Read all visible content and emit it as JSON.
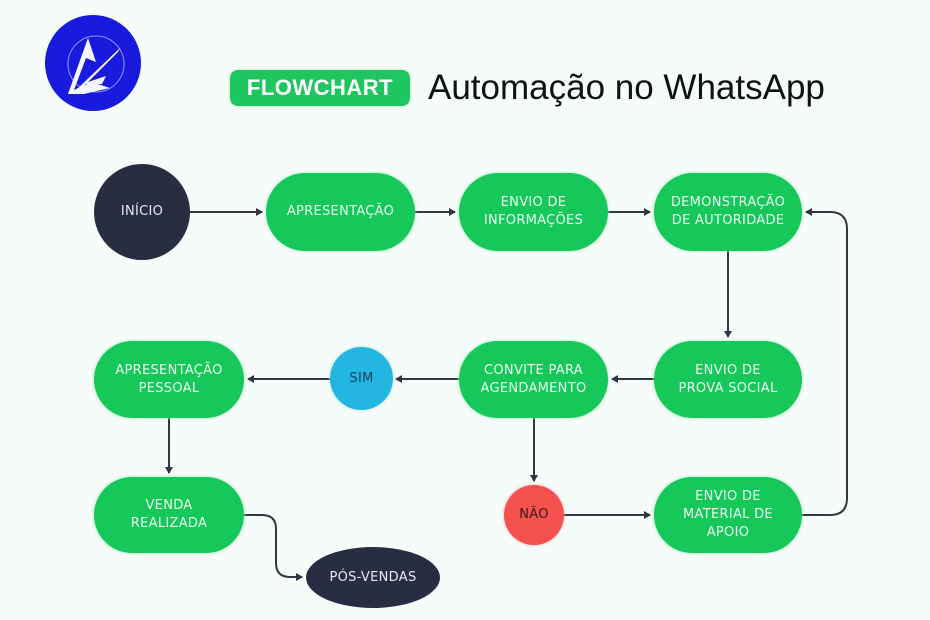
{
  "header": {
    "logo": "brand-logo-icon",
    "badge_label": "FLOWCHART",
    "title": "Automação no WhatsApp"
  },
  "colors": {
    "background": "#f5fcf9",
    "process_green": "#16c75a",
    "terminal_dark": "#282d42",
    "yes_blue": "#22b6e0",
    "no_red": "#f4514f",
    "logo_blue": "#1a1adf",
    "connector": "#333642"
  },
  "nodes": {
    "inicio": "INÍCIO",
    "apresentacao": "APRESENTAÇÃO",
    "envio_informacoes": "ENVIO DE\nINFORMAÇÕES",
    "demonstracao": "DEMONSTRAÇÃO\nDE AUTORIDADE",
    "prova_social": "ENVIO DE\nPROVA SOCIAL",
    "convite": "CONVITE PARA\nAGENDAMENTO",
    "sim": "SIM",
    "apresentacao_pessoal": "APRESENTAÇÃO\nPESSOAL",
    "venda_realizada": "VENDA\nREALIZADA",
    "pos_vendas": "PÓS-VENDAS",
    "nao": "NÃO",
    "material_apoio": "ENVIO DE\nMATERIAL DE\nAPOIO"
  },
  "edges": [
    [
      "inicio",
      "apresentacao"
    ],
    [
      "apresentacao",
      "envio_informacoes"
    ],
    [
      "envio_informacoes",
      "demonstracao"
    ],
    [
      "demonstracao",
      "prova_social"
    ],
    [
      "prova_social",
      "convite"
    ],
    [
      "convite",
      "sim"
    ],
    [
      "sim",
      "apresentacao_pessoal"
    ],
    [
      "apresentacao_pessoal",
      "venda_realizada"
    ],
    [
      "venda_realizada",
      "pos_vendas"
    ],
    [
      "convite",
      "nao"
    ],
    [
      "nao",
      "material_apoio"
    ],
    [
      "material_apoio",
      "demonstracao"
    ]
  ]
}
